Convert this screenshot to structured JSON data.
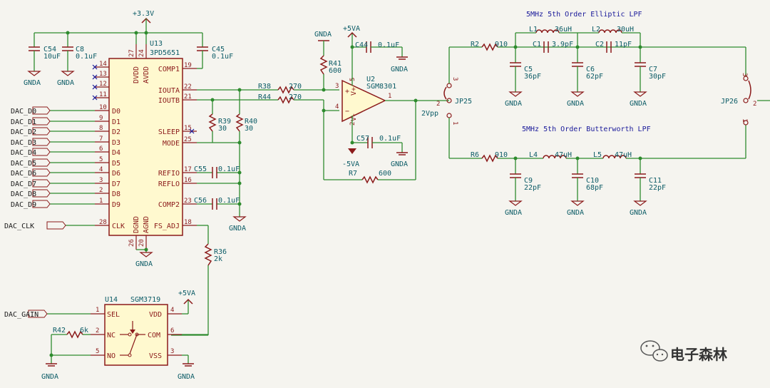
{
  "titles": {
    "elliptic": "5MHz 5th Order Elliptic LPF",
    "butterworth": "5MHz 5th Order Butterworth LPF"
  },
  "power": {
    "p3v3": "+3.3V",
    "p5va_top": "+5VA",
    "m5va": "-5VA",
    "p5va_u14": "+5VA"
  },
  "gnda": "GNDA",
  "dac_inputs": [
    "DAC_D0",
    "DAC_D1",
    "DAC_D2",
    "DAC_D3",
    "DAC_D4",
    "DAC_D5",
    "DAC_D6",
    "DAC_D7",
    "DAC_D8",
    "DAC_D9"
  ],
  "dac_clk": "DAC_CLK",
  "dac_gain": "DAC_GAIN",
  "u13": {
    "ref": "U13",
    "value": "3PD5651",
    "left_pins": [
      {
        "num": "14",
        "name": ""
      },
      {
        "num": "13",
        "name": ""
      },
      {
        "num": "12",
        "name": ""
      },
      {
        "num": "11",
        "name": ""
      },
      {
        "num": "10",
        "name": "D0"
      },
      {
        "num": "9",
        "name": "D1"
      },
      {
        "num": "8",
        "name": "D2"
      },
      {
        "num": "7",
        "name": "D3"
      },
      {
        "num": "6",
        "name": "D4"
      },
      {
        "num": "5",
        "name": "D5"
      },
      {
        "num": "4",
        "name": "D6"
      },
      {
        "num": "3",
        "name": "D7"
      },
      {
        "num": "2",
        "name": "D8"
      },
      {
        "num": "1",
        "name": "D9"
      },
      {
        "num": "28",
        "name": "CLK"
      }
    ],
    "right_pins": [
      {
        "num": "19",
        "name": "COMP1"
      },
      {
        "num": "22",
        "name": "IOUTA"
      },
      {
        "num": "21",
        "name": "IOUTB"
      },
      {
        "num": "15",
        "name": "SLEEP"
      },
      {
        "num": "25",
        "name": "MODE"
      },
      {
        "num": "17",
        "name": "REFIO"
      },
      {
        "num": "16",
        "name": "REFLO"
      },
      {
        "num": "23",
        "name": "COMP2"
      },
      {
        "num": "18",
        "name": "FS_ADJ"
      }
    ],
    "top_pins": [
      {
        "num": "27",
        "name": "DVDD"
      },
      {
        "num": "24",
        "name": "AVDD"
      }
    ],
    "bottom_pins": [
      {
        "num": "26",
        "name": "DGND"
      },
      {
        "num": "20",
        "name": "AGND"
      }
    ]
  },
  "u2": {
    "ref": "U2",
    "value": "SGM8301",
    "pin_in_p": "3",
    "pin_in_n": "4",
    "pin_out": "1",
    "pin_vp": "5",
    "pin_vn": "2",
    "vp": "V+",
    "vn": "V-"
  },
  "u14": {
    "ref": "U14",
    "value": "SGM3719",
    "pins": [
      {
        "num": "1",
        "name": "SEL"
      },
      {
        "num": "2",
        "name": "NC"
      },
      {
        "num": "5",
        "name": "NO"
      },
      {
        "num": "4",
        "name": "VDD"
      },
      {
        "num": "6",
        "name": "COM"
      },
      {
        "num": "3",
        "name": "VSS"
      }
    ]
  },
  "components": {
    "c54": {
      "ref": "C54",
      "value": "10uF"
    },
    "c8": {
      "ref": "C8",
      "value": "0.1uF"
    },
    "c45": {
      "ref": "C45",
      "value": "0.1uF"
    },
    "r41": {
      "ref": "R41",
      "value": "600"
    },
    "c44": {
      "ref": "C44",
      "value": "0.1uF"
    },
    "c57": {
      "ref": "C57",
      "value": "0.1uF"
    },
    "r38": {
      "ref": "R38",
      "value": "270"
    },
    "r44": {
      "ref": "R44",
      "value": "270"
    },
    "r39": {
      "ref": "R39",
      "value": "30"
    },
    "r40": {
      "ref": "R40",
      "value": "30"
    },
    "c55": {
      "ref": "C55",
      "value": "0.1uF"
    },
    "c56": {
      "ref": "C56",
      "value": "0.1uF"
    },
    "r7": {
      "ref": "R7",
      "value": "600"
    },
    "r36": {
      "ref": "R36",
      "value": "2k"
    },
    "r42": {
      "ref": "R42",
      "value": "6k"
    },
    "r2": {
      "ref": "R2",
      "value": "910"
    },
    "l1": {
      "ref": "L1",
      "value": "36uH"
    },
    "l2": {
      "ref": "L2",
      "value": "30uH"
    },
    "c1": {
      "ref": "C1",
      "value": "3.9pF"
    },
    "c2": {
      "ref": "C2",
      "value": "11pF"
    },
    "c5": {
      "ref": "C5",
      "value": "36pF"
    },
    "c6": {
      "ref": "C6",
      "value": "62pF"
    },
    "c7": {
      "ref": "C7",
      "value": "30pF"
    },
    "r6": {
      "ref": "R6",
      "value": "910"
    },
    "l4": {
      "ref": "L4",
      "value": "47uH"
    },
    "l5": {
      "ref": "L5",
      "value": "47uH"
    },
    "c9": {
      "ref": "C9",
      "value": "22pF"
    },
    "c10": {
      "ref": "C10",
      "value": "68pF"
    },
    "c11": {
      "ref": "C11",
      "value": "22pF"
    }
  },
  "jp25": {
    "ref": "JP25",
    "pin1": "1",
    "pin2": "2",
    "pin3": "3"
  },
  "jp26": {
    "ref": "JP26",
    "pin1": "1",
    "pin2": "2",
    "pin3": "3"
  },
  "net_2vpp": "2Vpp",
  "watermark": "电子森林",
  "colors": {
    "wire": "#2e8b2e",
    "part": "#8b1a1a",
    "text": "#0b5b66",
    "body": "#fff9cf",
    "title": "#1a1a9a"
  }
}
